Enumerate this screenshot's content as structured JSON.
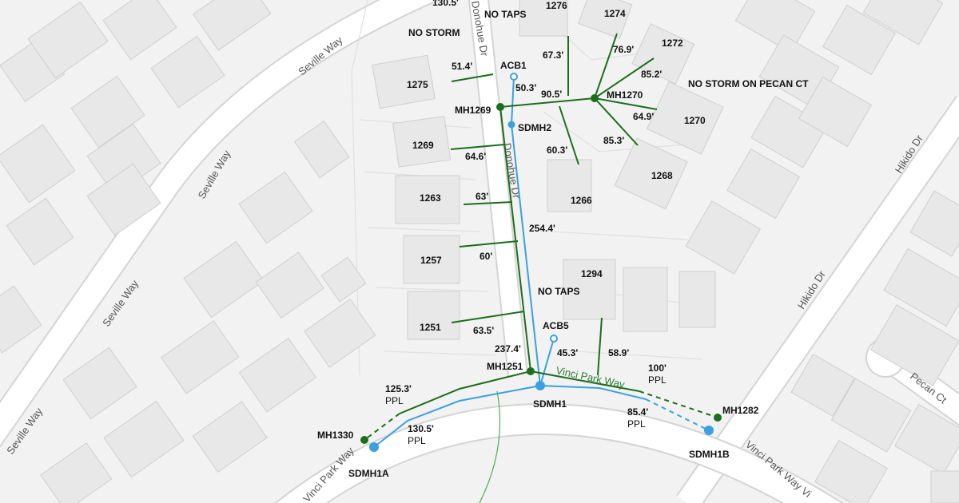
{
  "colors": {
    "background": "#f2f2f2",
    "building_fill": "#e8e8e8",
    "building_stroke": "#cfcfcf",
    "road": "#ffffff",
    "sewer_line": "#1b6e1b",
    "storm_line": "#3aa0e0",
    "label": "#111111"
  },
  "streets": {
    "seville_1": "Seville Way",
    "seville_2": "Seville Way",
    "seville_3": "Seville Way",
    "seville_4": "Seville Way",
    "donohue_top": "Donohue Dr",
    "donohue_mid": "Donohue Dr",
    "hikido_1": "Hikido Dr",
    "hikido_2": "Hikido Dr",
    "pecan": "Pecan Ct",
    "vinci_1": "Vinci Park Way",
    "vinci_2": "Vinci Park Way",
    "vinci_3": "Vinci Park Way Vi"
  },
  "parcels": {
    "p1276": "1276",
    "p1274": "1274",
    "p1272": "1272",
    "p1275": "1275",
    "p1270": "1270",
    "p1269": "1269",
    "p1268": "1268",
    "p1263": "1263",
    "p1266": "1266",
    "p1257": "1257",
    "p1294": "1294",
    "p1251": "1251"
  },
  "notes": {
    "no_taps_top": "NO TAPS",
    "no_storm": "NO STORM",
    "no_storm_pecan": "NO STORM ON PECAN CT",
    "no_taps_mid": "NO TAPS"
  },
  "structures": {
    "acb1": "ACB1",
    "mh1269": "MH1269",
    "mh1270": "MH1270",
    "sdmh2": "SDMH2",
    "acb5": "ACB5",
    "mh1251": "MH1251",
    "sdmh1": "SDMH1",
    "mh1282": "MH1282",
    "mh1330": "MH1330",
    "sdmh1a": "SDMH1A",
    "sdmh1b": "SDMH1B"
  },
  "lengths": {
    "l130_5_top": "130.5'",
    "l51_4": "51.4'",
    "l50_3": "50.3'",
    "l67_3": "67.3'",
    "l76_9": "76.9'",
    "l85_2": "85.2'",
    "l90_5": "90.5'",
    "l64_9": "64.9'",
    "l60_3": "60.3'",
    "l85_3": "85.3'",
    "l64_6": "64.6'",
    "l63": "63'",
    "l254_4": "254.4'",
    "l60": "60'",
    "l63_5": "63.5'",
    "l237_4": "237.4'",
    "l45_3": "45.3'",
    "l58_9": "58.9'",
    "l100": "100'",
    "l125_3": "125.3'",
    "l130_5": "130.5'",
    "l85_4": "85.4'"
  },
  "ppl": {
    "ppl_100": "PPL",
    "ppl_125_3": "PPL",
    "ppl_130_5": "PPL",
    "ppl_85_4": "PPL"
  }
}
